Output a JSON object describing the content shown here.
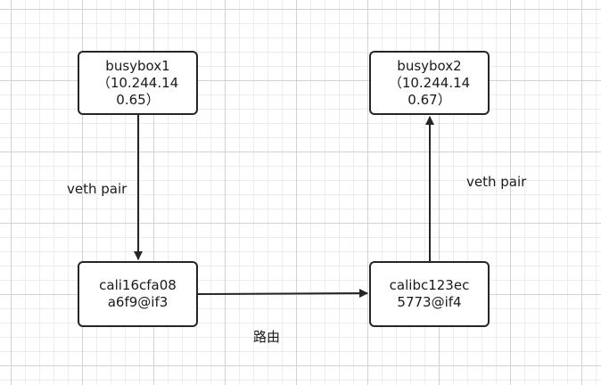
{
  "nodes": {
    "busybox1": {
      "lines": [
        "busybox1",
        "（10.244.14",
        "0.65）"
      ]
    },
    "busybox2": {
      "lines": [
        "busybox2",
        "（10.244.14",
        "0.67）"
      ]
    },
    "cali1": {
      "lines": [
        "cali16cfa08",
        "a6f9@if3"
      ]
    },
    "cali2": {
      "lines": [
        "calibc123ec",
        "5773@if4"
      ]
    }
  },
  "edges": {
    "left_label": "veth pair",
    "right_label": "veth pair",
    "route_label": "路由"
  }
}
